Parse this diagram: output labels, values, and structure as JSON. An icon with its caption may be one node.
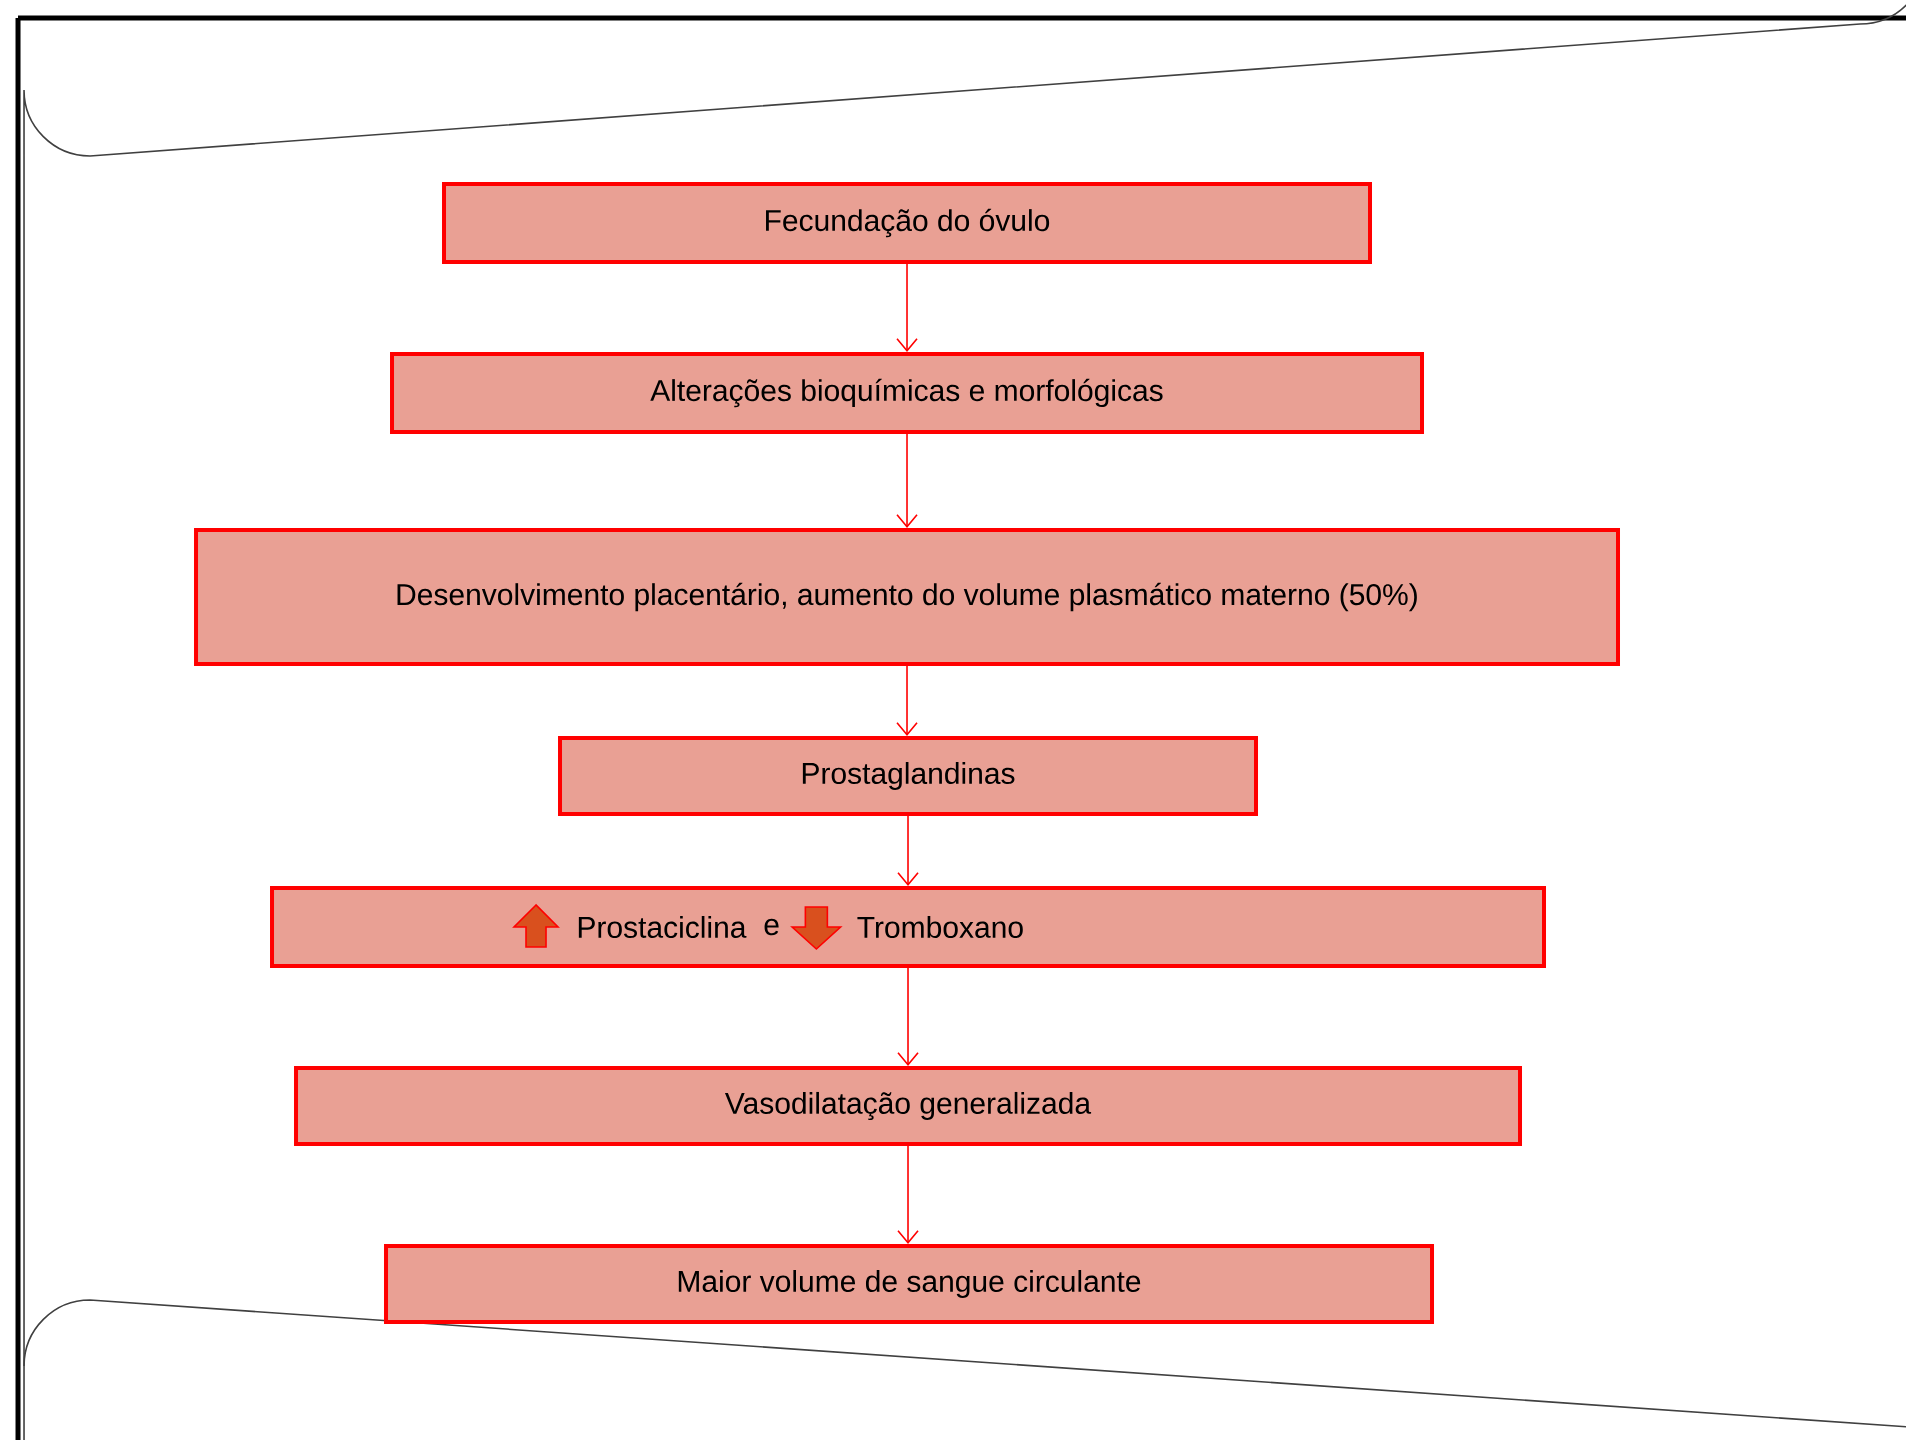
{
  "diagram": {
    "nodes": [
      {
        "text": [
          "Fecundação do óvulo"
        ]
      },
      {
        "text": [
          "Alterações bioquímicas e morfológicas"
        ]
      },
      {
        "text": [
          "Desenvolvimento placentário, aumento do volume plasmático materno (50%)"
        ]
      },
      {
        "text": [
          "Prostaglandinas"
        ]
      },
      {
        "text": [
          "Prostaciclina",
          "e",
          "Tromboxano"
        ]
      },
      {
        "text": [
          "Vasodilatação generalizada"
        ]
      },
      {
        "text": [
          "Maior volume de sangue circulante"
        ]
      }
    ],
    "edges": [
      {
        "from": 0,
        "to": 1,
        "arrow": "to"
      },
      {
        "from": 1,
        "to": 2,
        "arrow": "to"
      },
      {
        "from": 2,
        "to": 3,
        "arrow": "to"
      },
      {
        "from": 3,
        "to": 4,
        "arrow": "to"
      },
      {
        "from": 4,
        "to": 5,
        "arrow": "to"
      },
      {
        "from": 5,
        "to": 6,
        "arrow": "to"
      }
    ]
  }
}
